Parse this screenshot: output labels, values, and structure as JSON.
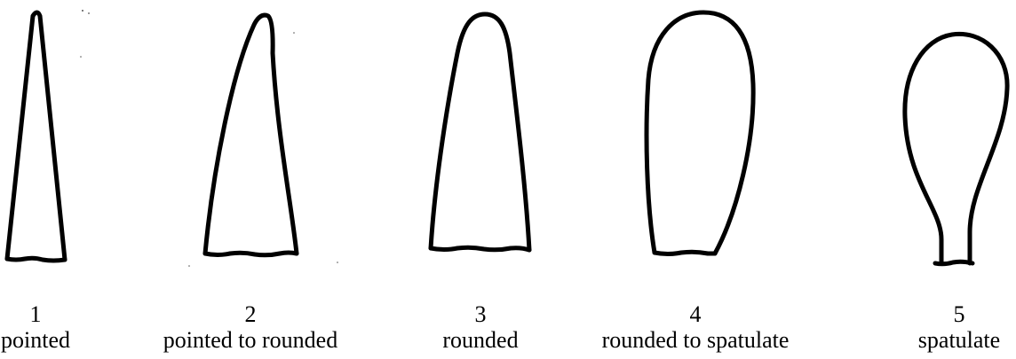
{
  "shapes": [
    {
      "number": "1",
      "label": "pointed"
    },
    {
      "number": "2",
      "label": "pointed to rounded"
    },
    {
      "number": "3",
      "label": "rounded"
    },
    {
      "number": "4",
      "label": "rounded to spatulate"
    },
    {
      "number": "5",
      "label": "spatulate"
    }
  ]
}
